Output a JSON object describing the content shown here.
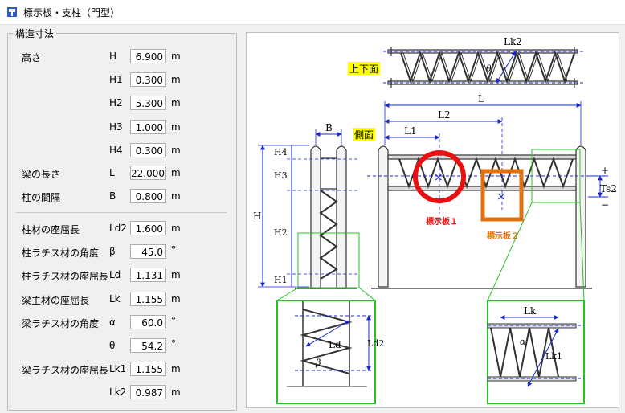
{
  "window": {
    "title": "標示板・支柱（門型）"
  },
  "group": {
    "title": "構造寸法"
  },
  "rows": [
    {
      "label": "高さ",
      "sym": "H",
      "value": "6.900",
      "unit": "m"
    },
    {
      "label": "",
      "sym": "H1",
      "value": "0.300",
      "unit": "m"
    },
    {
      "label": "",
      "sym": "H2",
      "value": "5.300",
      "unit": "m"
    },
    {
      "label": "",
      "sym": "H3",
      "value": "1.000",
      "unit": "m"
    },
    {
      "label": "",
      "sym": "H4",
      "value": "0.300",
      "unit": "m"
    },
    {
      "label": "梁の長さ",
      "sym": "L",
      "value": "22.000",
      "unit": "m"
    },
    {
      "label": "柱の間隔",
      "sym": "B",
      "value": "0.800",
      "unit": "m"
    },
    {
      "label": "柱材の座屈長",
      "sym": "Ld2",
      "value": "1.600",
      "unit": "m"
    },
    {
      "label": "柱ラチス材の角度",
      "sym": "β",
      "value": "45.0",
      "unit": "°"
    },
    {
      "label": "柱ラチス材の座屈長",
      "sym": "Ld",
      "value": "1.131",
      "unit": "m"
    },
    {
      "label": "梁主材の座屈長",
      "sym": "Lk",
      "value": "1.155",
      "unit": "m"
    },
    {
      "label": "梁ラチス材の角度",
      "sym": "α",
      "value": "60.0",
      "unit": "°"
    },
    {
      "label": "",
      "sym": "θ",
      "value": "54.2",
      "unit": "°"
    },
    {
      "label": "梁ラチス材の座屈長",
      "sym": "Lk1",
      "value": "1.155",
      "unit": "m"
    },
    {
      "label": "",
      "sym": "Lk2",
      "value": "0.987",
      "unit": "m"
    }
  ],
  "diagram": {
    "top_view": "上下面",
    "side_view": "側面",
    "dims": {
      "lk2": "Lk2",
      "theta": "θ",
      "l": "L",
      "l2": "L2",
      "l1": "L1",
      "b": "B",
      "h": "H",
      "h1": "H1",
      "h2": "H2",
      "h3": "H3",
      "h4": "H4",
      "ts2": "Ts2",
      "plus": "+",
      "minus": "−",
      "ld": "Ld",
      "ld2": "Ld2",
      "beta": "β",
      "lk": "Lk",
      "lk1": "Lk1",
      "alpha": "α"
    },
    "sign1": "標示板１",
    "sign2": "標示板２",
    "colors": {
      "sign1": "#e81010",
      "sign2": "#e07010",
      "dim": "#1a28d0",
      "highlight": "#ffff00",
      "detail": "#2bbf2b"
    }
  }
}
